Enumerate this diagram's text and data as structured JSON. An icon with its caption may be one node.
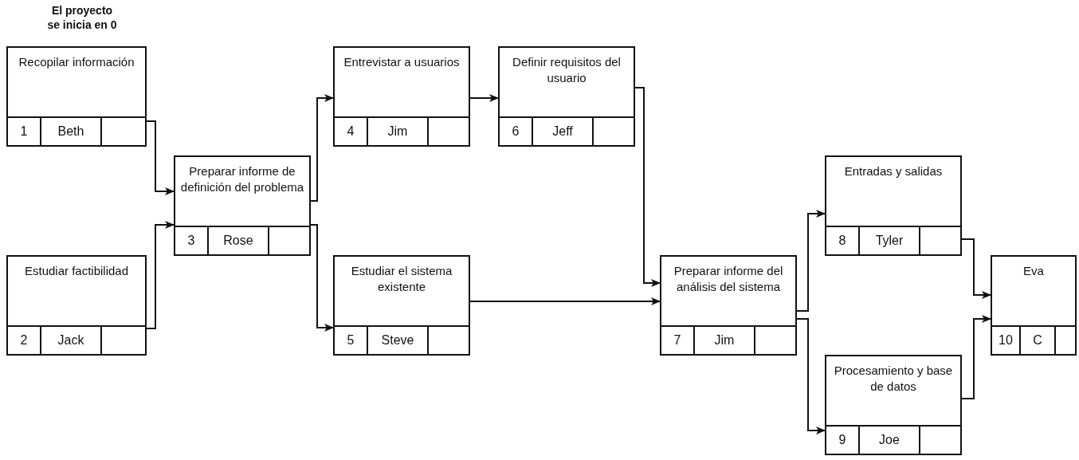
{
  "diagram": {
    "nodes": [
      {
        "text": [
          "Recopilar información",
          "1",
          "Beth"
        ],
        "beside": [
          "El proyecto se inicia en 0"
        ]
      },
      {
        "text": [
          "Estudiar factibilidad",
          "2",
          "Jack"
        ]
      },
      {
        "text": [
          "Preparar informe de definición del problema",
          "3",
          "Rose"
        ]
      },
      {
        "text": [
          "Entrevistar a usuarios",
          "4",
          "Jim"
        ]
      },
      {
        "text": [
          "Estudiar el sistema existente",
          "5",
          "Steve"
        ]
      },
      {
        "text": [
          "Definir requisitos del usuario",
          "6",
          "Jeff"
        ]
      },
      {
        "text": [
          "Preparar informe del análisis del sistema",
          "7",
          "Jim"
        ]
      },
      {
        "text": [
          "Entradas y salidas",
          "8",
          "Tyler"
        ]
      },
      {
        "text": [
          "Procesamiento y base de datos",
          "9",
          "Joe"
        ]
      },
      {
        "text": [
          "Eva",
          "10",
          "C"
        ]
      }
    ],
    "edges": [
      {
        "from": 0,
        "to": 2,
        "arrow": "to"
      },
      {
        "from": 1,
        "to": 2,
        "arrow": "to"
      },
      {
        "from": 2,
        "to": 3,
        "arrow": "to"
      },
      {
        "from": 2,
        "to": 4,
        "arrow": "to"
      },
      {
        "from": 3,
        "to": 5,
        "arrow": "to"
      },
      {
        "from": 5,
        "to": 6,
        "arrow": "to"
      },
      {
        "from": 4,
        "to": 6,
        "arrow": "to"
      },
      {
        "from": 6,
        "to": 7,
        "arrow": "to"
      },
      {
        "from": 6,
        "to": 8,
        "arrow": "to"
      },
      {
        "from": 7,
        "to": 9,
        "arrow": "to"
      },
      {
        "from": 8,
        "to": 9,
        "arrow": "to"
      }
    ]
  }
}
